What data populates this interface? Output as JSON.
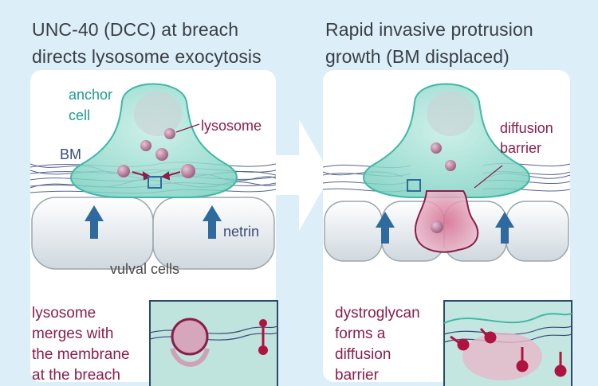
{
  "left_panel": {
    "title_line1": "UNC-40 (DCC) at breach",
    "title_line2": "directs lysosome exocytosis",
    "label_anchor1": "anchor",
    "label_anchor2": "cell",
    "label_lysosome": "lysosome",
    "label_bm": "BM",
    "label_netrin": "netrin",
    "label_vulval": "vulval cells",
    "caption_lines": [
      "lysosome",
      "merges with",
      "the membrane",
      "at the breach"
    ]
  },
  "right_panel": {
    "title_line1": "Rapid invasive protrusion",
    "title_line2": "growth (BM displaced)",
    "label_diffusion1": "diffusion",
    "label_diffusion2": "barrier",
    "caption_lines": [
      "dystroglycan",
      "forms a",
      "diffusion",
      "barrier"
    ]
  },
  "colors": {
    "background": "#dceef8",
    "panel": "#ffffff",
    "anchor_cell": "#8fd9cc",
    "lysosome": "#b87a98",
    "bm_fibers": "#3a4b7a",
    "netrin_arrow": "#2f6a9e",
    "maroon_text": "#8a1e4a",
    "teal_text": "#1f9c8e"
  }
}
